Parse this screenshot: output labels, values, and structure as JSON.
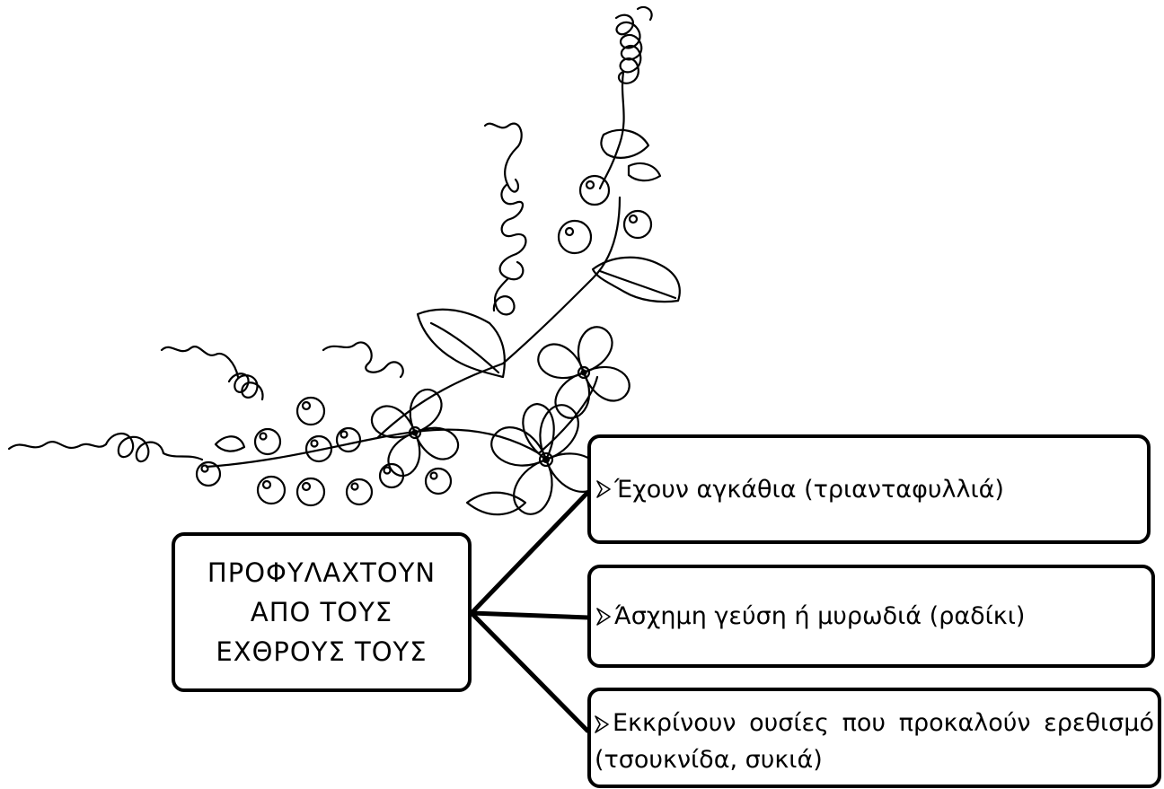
{
  "center": {
    "lines": [
      "ΠΡΟΦΥΛΑΧΤΟΥΝ",
      "ΑΠΟ ΤΟΥΣ",
      "ΕΧΘΡΟΥΣ ΤΟΥΣ"
    ]
  },
  "branches": [
    {
      "text": "Έχουν αγκάθια (τριανταφυλλιά)"
    },
    {
      "text": "Άσχημη γεύση ή μυρωδιά (ραδίκι)"
    },
    {
      "words": [
        "Εκκρίνουν",
        "ουσίες",
        "που",
        "προκαλούν",
        "ερεθισμό"
      ],
      "line2": "(τσουκνίδα, συκιά)"
    }
  ],
  "decoration": {
    "icon": "floral-corner-illustration"
  },
  "colors": {
    "stroke": "#000000",
    "background": "#ffffff"
  }
}
